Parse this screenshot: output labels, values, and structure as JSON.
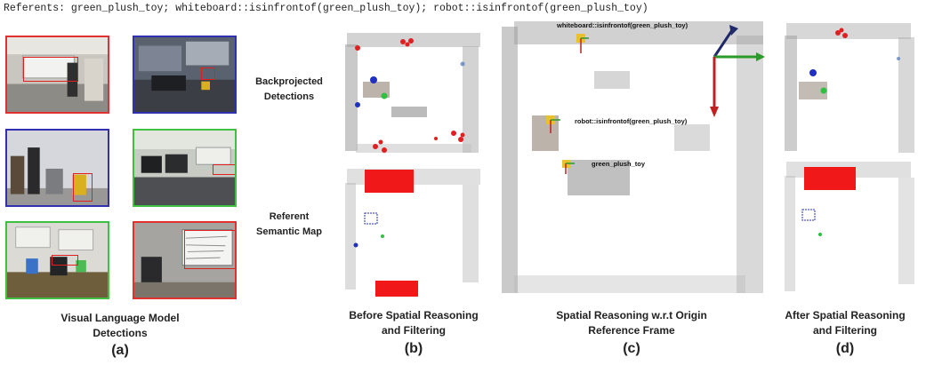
{
  "header": {
    "text": "Referents: green_plush_toy; whiteboard::isinfrontof(green_plush_toy); robot::isinfrontof(green_plush_toy)"
  },
  "panel_a": {
    "caption_line1": "Visual Language Model",
    "caption_line2": "Detections",
    "letter": "(a)",
    "photo_border_colors": [
      "#e03030",
      "#3030b0",
      "#3030b0",
      "#40c040",
      "#40c040",
      "#e03030"
    ]
  },
  "panel_b": {
    "row1_label_line1": "Backprojected",
    "row1_label_line2": "Detections",
    "row2_label_line1": "Referent",
    "row2_label_line2": "Semantic Map",
    "caption_line1": "Before Spatial Reasoning",
    "caption_line2": "and Filtering",
    "letter": "(b)"
  },
  "panel_c": {
    "ann_whiteboard": "whiteboard::isinfrontof(green_plush_toy)",
    "ann_robot": "robot::isinfrontof(green_plush_toy)",
    "ann_toy": "green_plush_toy",
    "caption_line1": "Spatial Reasoning w.r.t Origin",
    "caption_line2": "Reference Frame",
    "letter": "(c)",
    "axis_colors": {
      "x": "#2a9a2a",
      "y": "#c02020",
      "z": "#202a6a"
    }
  },
  "panel_d": {
    "caption_line1": "After Spatial Reasoning",
    "caption_line2": "and Filtering",
    "letter": "(d)"
  }
}
